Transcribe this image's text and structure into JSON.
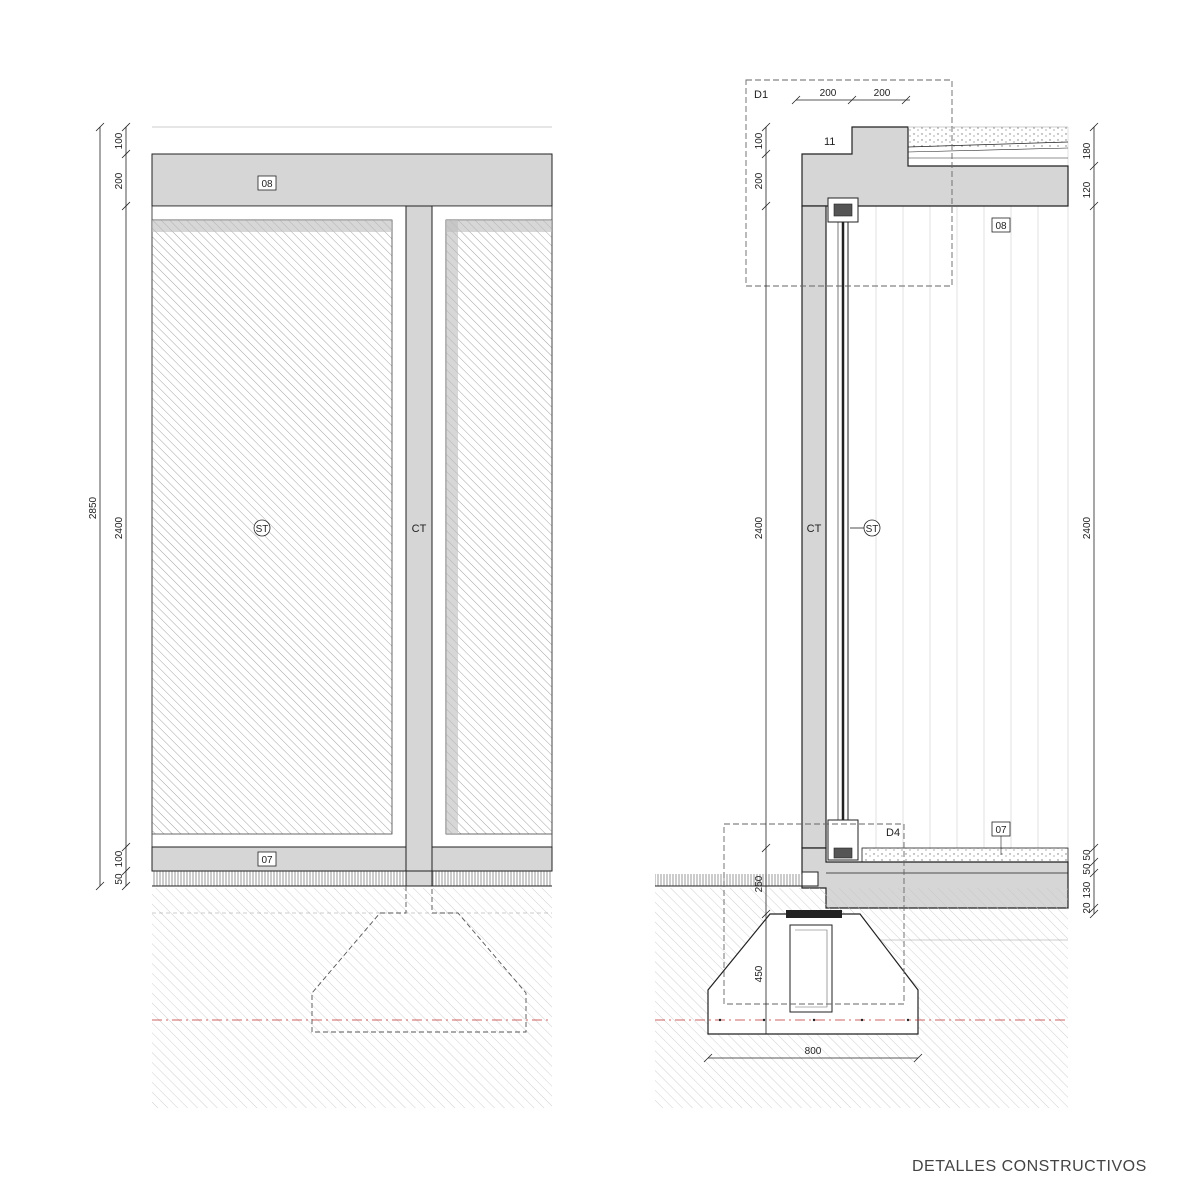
{
  "sheet_title": "DETALLES CONSTRUCTIVOS",
  "elevation": {
    "dims": {
      "total": "2850",
      "top_100": "100",
      "top_200": "200",
      "mid_2400": "2400",
      "bot_100": "100",
      "bot_50": "50"
    },
    "tags": {
      "top_beam": "08",
      "bottom_beam": "07",
      "glass": "ST",
      "column": "CT"
    }
  },
  "section": {
    "detail_top": "D1",
    "detail_bottom": "D4",
    "callout_11": "11",
    "dims": {
      "top_200a": "200",
      "top_200b": "200",
      "left_100": "100",
      "left_200": "200",
      "left_2400": "2400",
      "left_250": "250",
      "left_450": "450",
      "right_180": "180",
      "right_120": "120",
      "right_2400": "2400",
      "right_50a": "50",
      "right_50b": "50",
      "right_20": "20",
      "right_130": "130",
      "footing_800": "800"
    },
    "tags": {
      "roof_slab": "08",
      "floor_slab": "07",
      "glass": "ST",
      "column": "CT"
    }
  },
  "colors": {
    "line": "#222222",
    "fill_grey": "#d6d6d6",
    "hatch": "#9a9a9a",
    "soil_hatch": "#c4c4c4",
    "hidden": "#555555",
    "axis_red": "#c23030"
  }
}
